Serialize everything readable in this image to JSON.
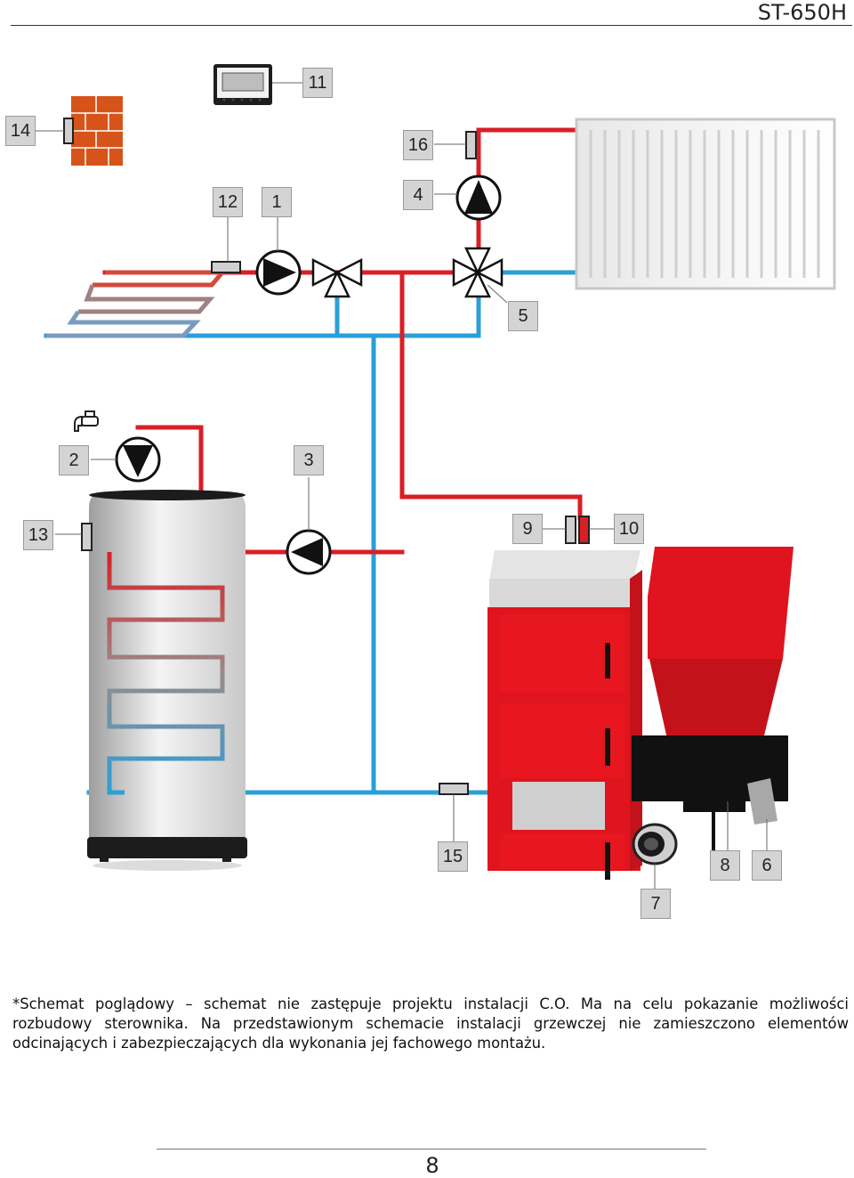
{
  "header": {
    "title": "ST-650H"
  },
  "labels": [
    "14",
    "11",
    "16",
    "12",
    "1",
    "4",
    "5",
    "2",
    "3",
    "13",
    "9",
    "10",
    "15",
    "8",
    "6",
    "7"
  ],
  "note": "*Schemat poglądowy – schemat nie zastępuje projektu instalacji C.O. Ma na celu pokazanie możliwości rozbudowy sterownika. Na przedstawionym schemacie instalacji grzewczej nie zamieszczono elementów odcinających i zabezpieczających dla wykonania jej fachowego montażu.",
  "footer": {
    "page": "8"
  },
  "colors": {
    "hot_pipe": "#d91f26",
    "cold_pipe": "#2a9fd8",
    "boiler_red": "#e0141e",
    "label_bg": "#d4d4d4"
  }
}
